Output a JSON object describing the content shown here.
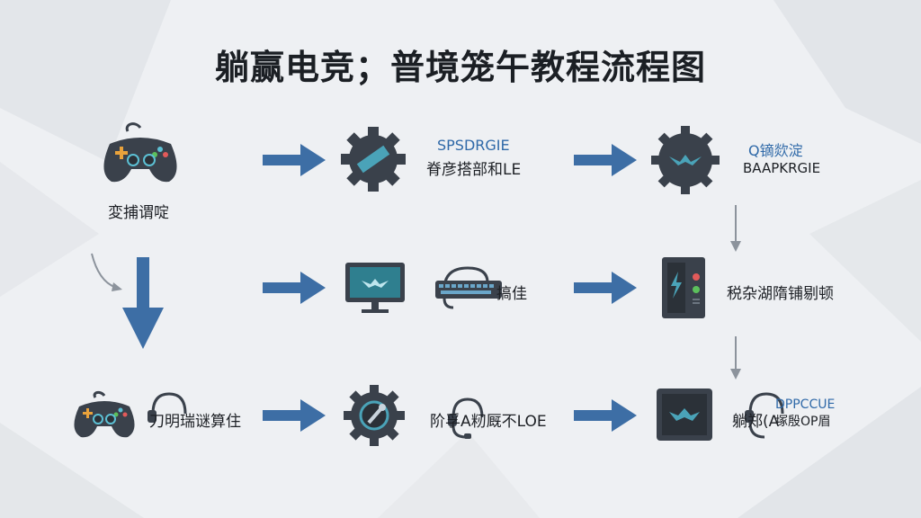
{
  "title": "躺赢电竞；普境笼午教程流程图",
  "nodes": {
    "r1c1": {
      "icon": "gamepad-icon",
      "label": "変捕谓啶"
    },
    "r1c2": {
      "icon": "gear-icon",
      "label_top": "SPSDRGIE",
      "label": "脊彦搭部和LE"
    },
    "r1c3": {
      "icon": "gear-badge-icon",
      "label_top": "Q镝欻淀",
      "label": "BAAPKRGIE"
    },
    "r2c2": {
      "icon": "monitor-icon",
      "label": "搞佳"
    },
    "r2c3": {
      "icon": "pc-tower-icon",
      "label": "税杂湖隋铺剔顿"
    },
    "r3c1": {
      "icon": "gamepad-icon",
      "label": "刀明瑞谜算住"
    },
    "r3c2": {
      "icon": "gear-wrench-icon",
      "label": "阶孚A籾厩不LOE"
    },
    "r3c3": {
      "icon": "monitor-icon",
      "label": "躺郑(A",
      "label_top": "DPPCCUE",
      "label_extra": "塚殷OP眉"
    }
  },
  "colors": {
    "arrow": "#3d6ea5",
    "icon_dark": "#3a414b",
    "accent": "#4aa3b8"
  }
}
